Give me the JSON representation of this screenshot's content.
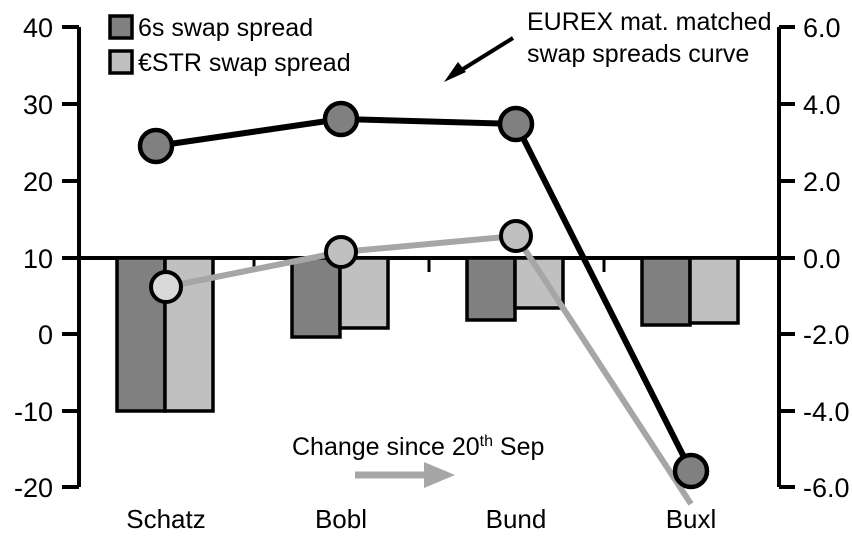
{
  "chart_data": {
    "type": "bar",
    "title": "",
    "xlabel": "",
    "categories": [
      "Schatz",
      "Bobl",
      "Bund",
      "Buxl"
    ],
    "series": [
      {
        "name": "6s swap spread",
        "axis": "right",
        "color": "#808080",
        "values": [
          -4.05,
          -1.98,
          -1.48,
          -1.72
        ]
      },
      {
        "name": "€STR swap spread",
        "axis": "right",
        "color": "#c0c0c0",
        "values": [
          -4.05,
          -1.82,
          -1.28,
          -1.68
        ]
      },
      {
        "name": "EUREX mat. matched swap spreads curve",
        "type": "line",
        "axis": "left",
        "color": "#000000",
        "values": [
          24.6,
          27.9,
          27.3,
          -18.0
        ]
      },
      {
        "name": "Change since 20th Sep",
        "type": "line",
        "axis": "right",
        "color": "#a6a6a6",
        "values": [
          -0.75,
          0.1,
          0.62,
          -6.4
        ]
      }
    ],
    "left_axis": {
      "label": "",
      "ticks": [
        "40",
        "30",
        "20",
        "10",
        "0",
        "-10",
        "-20"
      ],
      "ylim": [
        -20,
        40
      ],
      "zero_reference": 10
    },
    "right_axis": {
      "label": "",
      "ticks": [
        "6.0",
        "4.0",
        "2.0",
        "0.0",
        "-2.0",
        "-4.0",
        "-6.0"
      ],
      "ylim": [
        -6.0,
        6.0
      ],
      "zero_reference": 0.0
    },
    "grid": false,
    "legend": {
      "position": "top-left",
      "entries": [
        {
          "label": "6s swap spread",
          "color": "#808080"
        },
        {
          "label": "€STR swap spread",
          "color": "#c0c0c0"
        }
      ]
    },
    "annotations": [
      {
        "name": "curve-annotation",
        "line1": "EUREX mat. matched",
        "line2": "swap spreads curve",
        "arrow": "down-left",
        "color": "#000000"
      },
      {
        "name": "change-annotation",
        "text_before": "Change since 20",
        "superscript": "th",
        "text_after": " Sep",
        "arrow": "right",
        "arrow_color": "#a6a6a6"
      }
    ]
  },
  "colors": {
    "bar_dark": "#808080",
    "bar_light": "#c0c0c0",
    "line_dark": "#000000",
    "line_gray": "#a6a6a6",
    "marker_dark_fill": "#808080",
    "marker_gray_fill": "#c0c0c0",
    "axis": "#000000",
    "background": "#ffffff"
  }
}
